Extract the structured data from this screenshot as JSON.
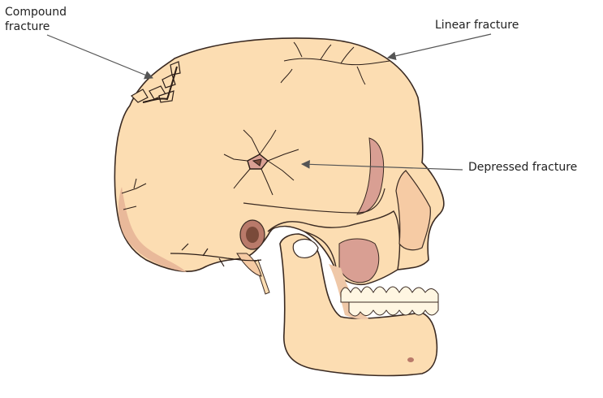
{
  "labels": {
    "compound_line1": "Compound",
    "compound_line2": "fracture",
    "linear": "Linear fracture",
    "depressed": "Depressed fracture"
  },
  "colors": {
    "bone": "#FCDDB2",
    "bone_shadow": "#E9B99A",
    "cavity_pink": "#D99F93",
    "cavity_dark": "#B97A6A",
    "outline": "#3a2a22",
    "crack": "#2b1d17",
    "arrow": "#555555",
    "tooth": "#FFF6E2"
  }
}
